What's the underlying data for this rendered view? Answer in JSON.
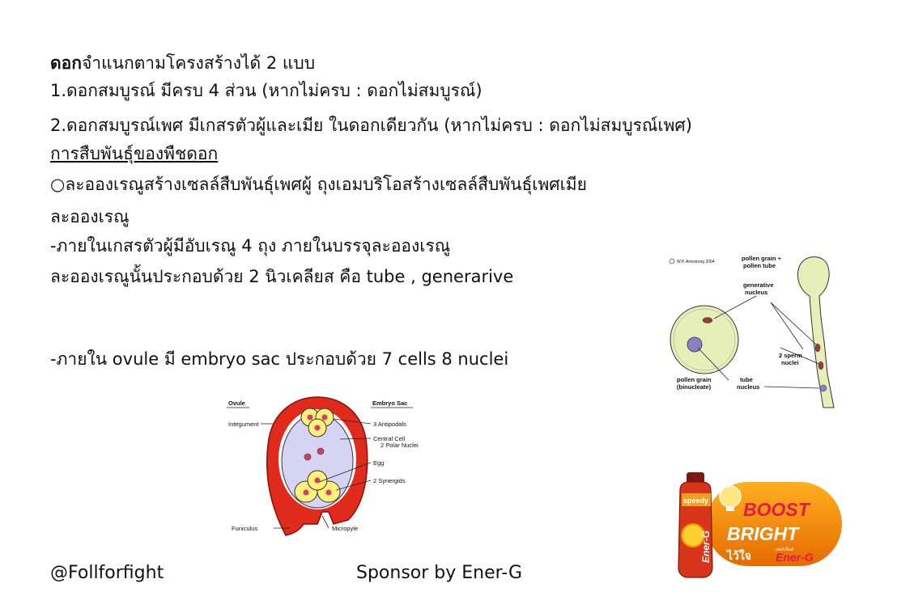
{
  "text": {
    "line1_bold": "ดอก",
    "line1_rest": "จำแนกตามโครงสร้างได้ 2 แบบ",
    "line2": "1.ดอกสมบูรณ์ มีครบ 4 ส่วน (หากไม่ครบ : ดอกไม่สมบูรณ์)",
    "line3": "2.ดอกสมบูรณ์เพศ มีเกสรตัวผู้และเมีย ในดอกเดียวกัน (หากไม่ครบ : ดอกไม่สมบูรณ์เพศ)",
    "heading": "การสืบพันธุ์ของพืชดอก",
    "line5": "○ละอองเรณูสร้างเซลล์สืบพันธุ์เพศผู้ ถุงเอมบริโอสร้างเซลล์สืบพันธุ์เพศเมีย",
    "line6": "ละอองเรณู",
    "line7": "-ภายในเกสรตัวผู้มีอับเรณู 4 ถุง ภายในบรรจุละอองเรณู",
    "line8": "ละอองเรณูนั้นประกอบด้วย 2 นิวเคลียส คือ tube , generarive",
    "line9": "-ภายใน ovule มี embryo sac ประกอบด้วย 7 cells 8 nuclei"
  },
  "ovule_figure": {
    "ovule": "Ovule",
    "embryo_sac": "Embryo Sac",
    "integument": "Integument",
    "antipodals": "3 Antipodals",
    "central_cell": "Central Cell",
    "polar_nuclei": "2 Polar Nuclei",
    "egg": "Egg",
    "synergids": "2 Synergids",
    "funiculus": "Funiculus",
    "micropyle": "Micropyle"
  },
  "pollen_figure": {
    "credit": "W.P. Armstrong 2004",
    "pollen_tube_1": "pollen grain +",
    "pollen_tube_2": "pollen tube",
    "generative_1": "generative",
    "generative_2": "nucleus",
    "sperm_1": "2 sperm",
    "sperm_2": "nuclei",
    "grain_1": "pollen grain",
    "grain_2": "(binucleate)",
    "tube_1": "tube",
    "tube_2": "nucleus"
  },
  "footer": {
    "handle": "@Follforfight",
    "sponsor": "Sponsor by Ener-G"
  },
  "ad": {
    "boost": "BOOST",
    "bright": "BRIGHT",
    "tagline_thai": "ไว้ใจ",
    "tagline_small": "เพอร์เฟ็กต์",
    "brand": "Ener-G",
    "bottle_top": "speedy",
    "bottle_brand": "Ener-G"
  }
}
